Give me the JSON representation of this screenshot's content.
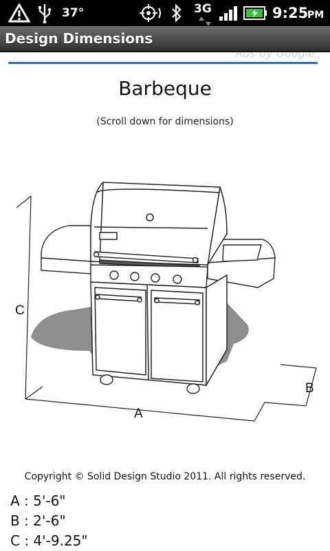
{
  "status_bar": {
    "temperature": "37°",
    "network": "3G",
    "time": "9:25",
    "ampm": "PM"
  },
  "app": {
    "title": "Design Dimensions"
  },
  "ad": {
    "label": "Ads by Google"
  },
  "main": {
    "title": "Barbeque",
    "hint": "(Scroll down for dimensions)",
    "diagram": {
      "label_a": "A",
      "label_b": "B",
      "label_c": "C"
    },
    "copyright": "Copyright © Solid Design Studio 2011. All rights reserved.",
    "dimensions": [
      {
        "text": "A : 5'-6\""
      },
      {
        "text": "B : 2'-6\""
      },
      {
        "text": "C : 4'-9.25\""
      }
    ]
  }
}
